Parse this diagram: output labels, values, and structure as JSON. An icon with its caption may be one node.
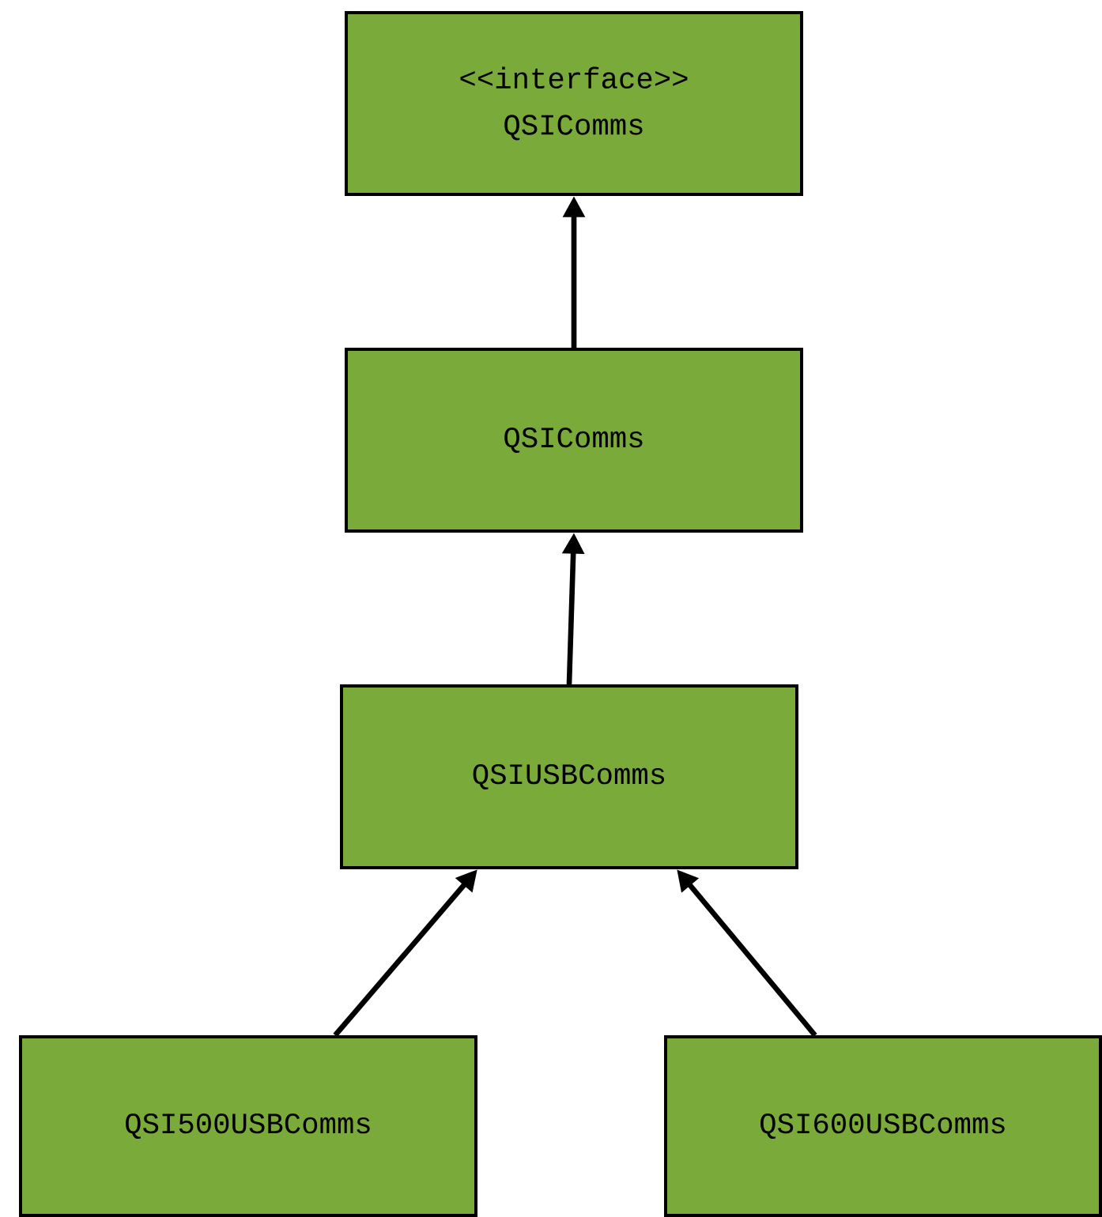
{
  "diagram": {
    "nodes": [
      {
        "text": [
          "<<interface>>",
          "QSIComms"
        ]
      },
      {
        "text": [
          "QSIComms"
        ]
      },
      {
        "text": [
          "QSIUSBComms"
        ]
      },
      {
        "text": [
          "QSI500USBComms"
        ]
      },
      {
        "text": [
          "QSI600USBComms"
        ]
      }
    ],
    "edges": [
      {
        "from": 1,
        "to": 0,
        "arrow": "to"
      },
      {
        "from": 2,
        "to": 1,
        "arrow": "to"
      },
      {
        "from": 3,
        "to": 2,
        "arrow": "to"
      },
      {
        "from": 4,
        "to": 2,
        "arrow": "to"
      }
    ]
  }
}
